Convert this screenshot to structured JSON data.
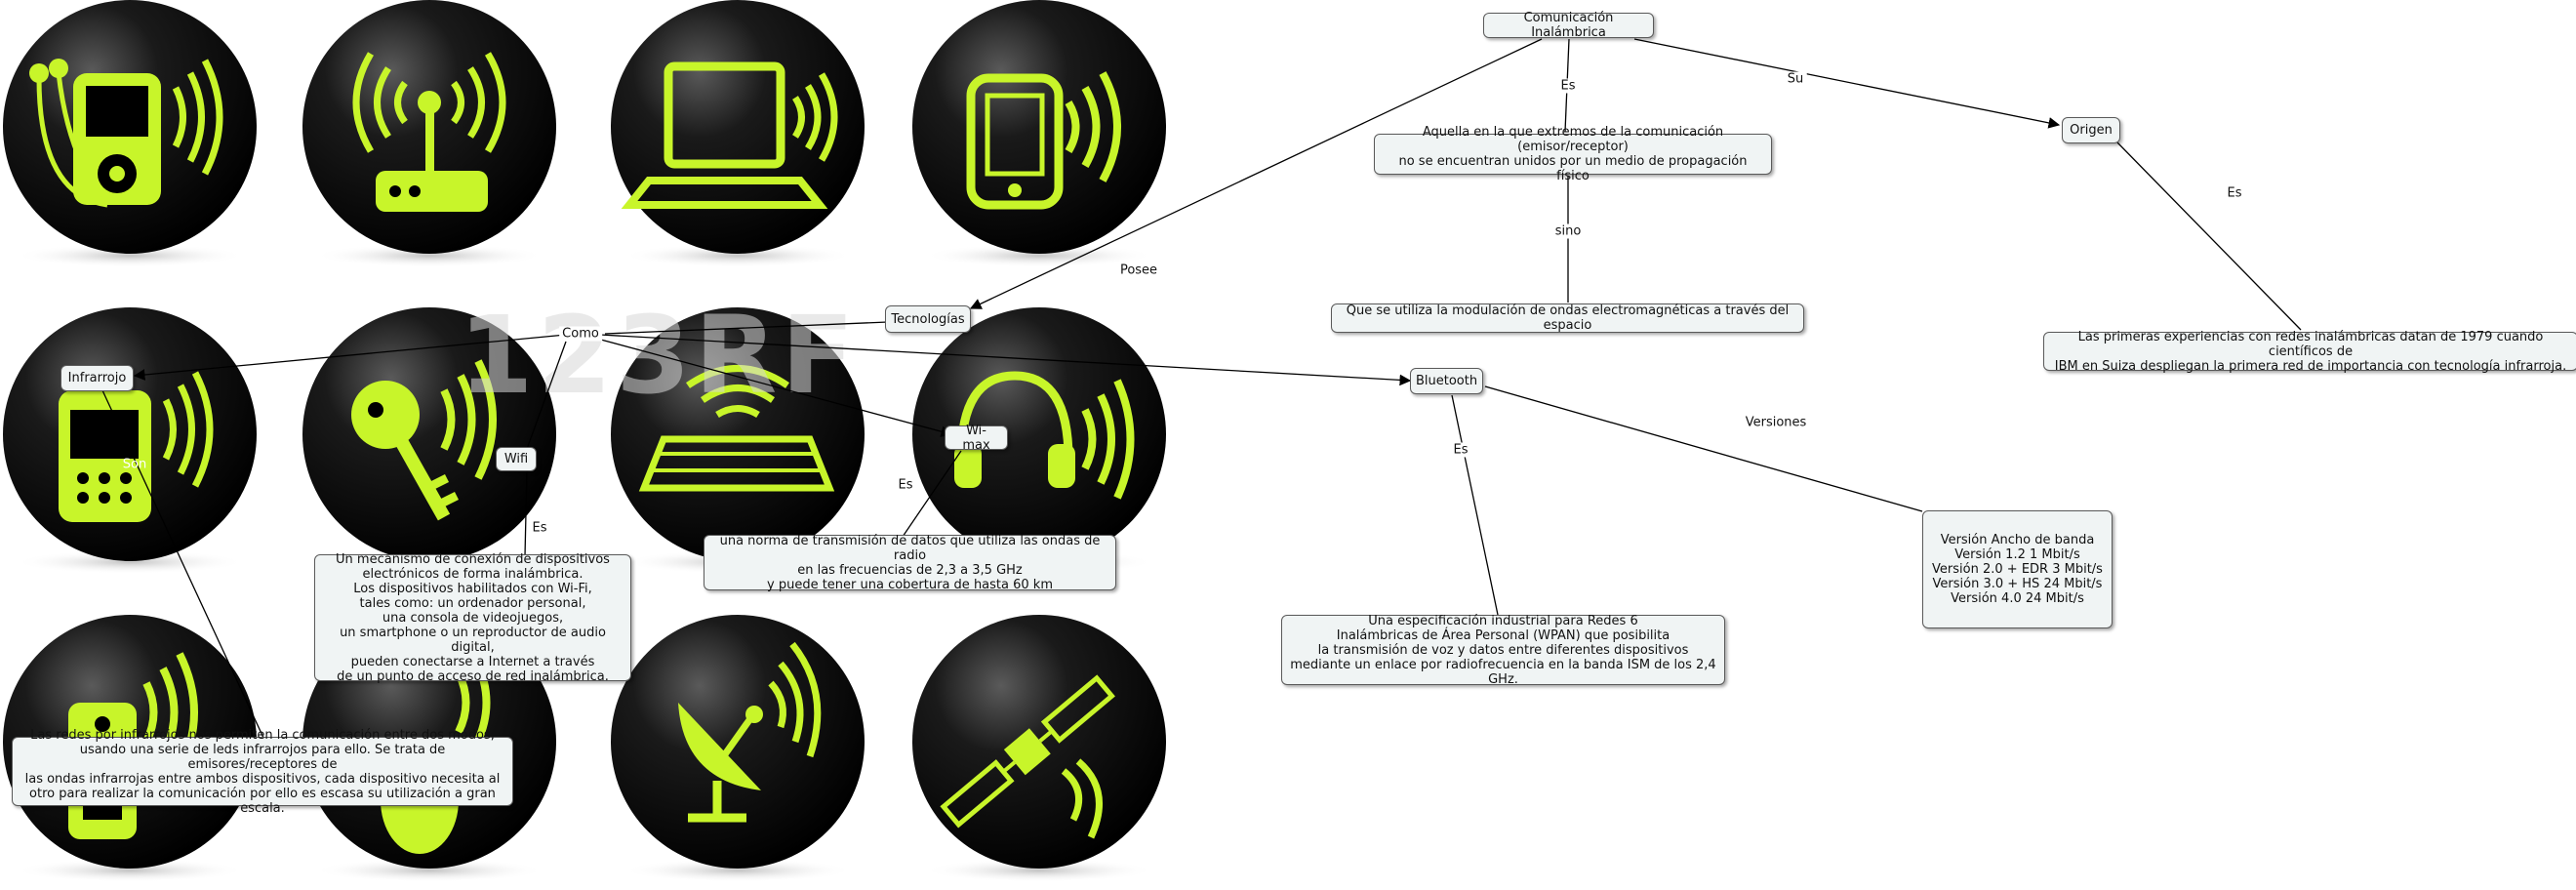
{
  "colors": {
    "icon_bg": "#0a0a0a",
    "icon_glow": "#c8f52a",
    "node_bg": "#f0f4f4",
    "node_border": "#5a5a5a"
  },
  "icons": [
    "mp3-player-wireless-icon",
    "wireless-router-icon",
    "laptop-wireless-icon",
    "tablet-wireless-icon",
    "mobile-phone-wireless-icon",
    "key-wireless-icon",
    "keyboard-wireless-icon",
    "headphones-wireless-icon",
    "remote-control-wireless-icon",
    "wireless-mouse-icon",
    "satellite-dish-icon",
    "satellite-icon"
  ],
  "watermark": "123RF",
  "nodes": {
    "comunicacion": "Comunicación Inalámbrica",
    "aquella": "Aquella en la que extremos de la comunicación (emisor/receptor)\nno se encuentran unidos por un medio de propagación físico",
    "modulacion": "Que se utiliza la modulación de ondas electromagnéticas a través del espacio",
    "origen": "Origen",
    "primeras": "Las primeras experiencias con redes inalámbricas datan de 1979 cuando científicos de\nIBM en Suiza despliegan la primera red de importancia con tecnología infrarroja.",
    "tecnologias": "Tecnologías",
    "infrarrojo": "Infrarrojo",
    "wifi": "Wifi",
    "wimax": "Wi-max",
    "bluetooth": "Bluetooth",
    "wimax_def": "una norma de transmisión de datos que utiliza las ondas de radio\nen las frecuencias de 2,3 a 3,5 GHz\ny puede tener una cobertura de hasta 60 km",
    "wifi_def": "Un mecanismo de conexión de dispositivos\nelectrónicos de forma inalámbrica.\nLos dispositivos habilitados con Wi-Fi,\ntales como: un ordenador personal,\nuna consola de videojuegos,\nun smartphone o un reproductor de audio digital,\npueden conectarse a Internet a través\nde un punto de acceso de red inalámbrica.",
    "bt_def": "Una especificación industrial para Redes 6\nInalámbricas de Área Personal (WPAN) que posibilita\nla transmisión de voz y datos entre diferentes dispositivos\nmediante un enlace por radiofrecuencia en la banda ISM de los 2,4 GHz.",
    "versiones": "Versión    Ancho de banda\nVersión 1.2     1 Mbit/s\nVersión 2.0 + EDR    3 Mbit/s\nVersión 3.0 + HS    24 Mbit/s\nVersión 4.0    24 Mbit/s",
    "ir_def": "Las redes por infrarrojos nos permiten la comunicación entre dos modos,\nusando una serie de leds infrarrojos para ello. Se trata de emisores/receptores de\nlas ondas infrarrojas entre ambos dispositivos, cada dispositivo necesita al\notro para realizar la comunicación por ello es escasa su utilización a gran escala."
  },
  "links": {
    "es1": "Es",
    "su": "Su",
    "sino": "sino",
    "es2": "Es",
    "posee": "Posee",
    "como": "Como",
    "son": "Son",
    "es_wifi": "Es",
    "es_wimax": "Es",
    "es_bt": "Es",
    "versiones": "Versiones"
  }
}
